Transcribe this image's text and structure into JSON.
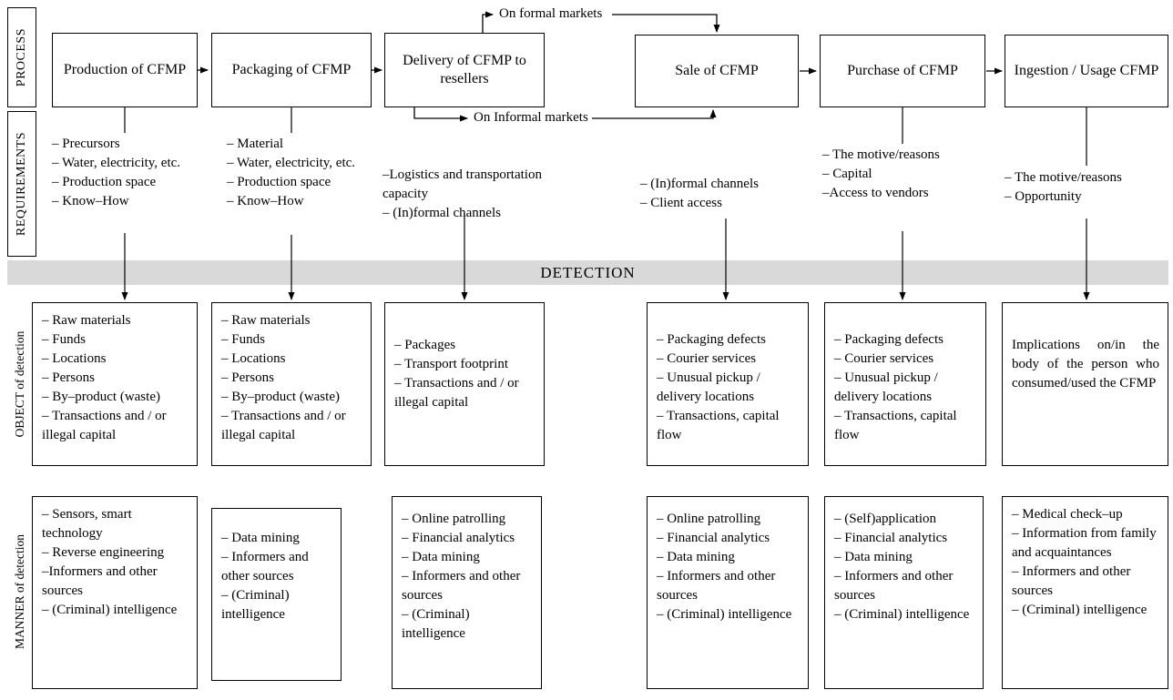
{
  "rows": {
    "process": "PROCESS",
    "requirements": "REQUIREMENTS",
    "object": "OBJECT of detection",
    "manner": "MANNER of detection"
  },
  "detection_label": "DETECTION",
  "branches": {
    "formal": "On formal markets",
    "informal": "On Informal markets"
  },
  "colors": {
    "detection_band": "#d9d9d9",
    "line": "#000000"
  },
  "columns": [
    {
      "process": "Production of CFMP",
      "requirements": [
        "– Precursors",
        "– Water, electricity, etc.",
        "– Production space",
        "– Know–How"
      ],
      "object": [
        "– Raw materials",
        "– Funds",
        "– Locations",
        "– Persons",
        "– By–product (waste)",
        "– Transactions and / or illegal capital"
      ],
      "manner": [
        "– Sensors, smart technology",
        "– Reverse engineering",
        "–Informers and other sources",
        "– (Criminal) intelligence"
      ]
    },
    {
      "process": "Packaging of CFMP",
      "requirements": [
        "– Material",
        "– Water, electricity, etc.",
        "– Production space",
        "– Know–How"
      ],
      "object": [
        "– Raw materials",
        "– Funds",
        "– Locations",
        "– Persons",
        "– By–product (waste)",
        "– Transactions and / or illegal capital"
      ],
      "manner": [
        "– Data mining",
        "– Informers and other sources",
        "– (Criminal) intelligence"
      ]
    },
    {
      "process": "Delivery of CFMP to resellers",
      "requirements": [
        "–Logistics and transportation capacity",
        "– (In)formal channels"
      ],
      "object": [
        "– Packages",
        "– Transport footprint",
        "– Transactions and / or illegal capital"
      ],
      "manner": [
        "– Online patrolling",
        "– Financial analytics",
        "– Data mining",
        "– Informers and other sources",
        "– (Criminal) intelligence"
      ]
    },
    {
      "process": "Sale of CFMP",
      "requirements": [
        "– (In)formal channels",
        "– Client access"
      ],
      "object": [
        "– Packaging defects",
        "– Courier services",
        "– Unusual pickup / delivery locations",
        "– Transactions, capital flow"
      ],
      "manner": [
        "– Online patrolling",
        "– Financial analytics",
        "– Data mining",
        "– Informers and other sources",
        "– (Criminal) intelligence"
      ]
    },
    {
      "process": "Purchase of CFMP",
      "requirements": [
        "– The motive/reasons",
        "– Capital",
        "–Access to vendors"
      ],
      "object": [
        "– Packaging defects",
        "– Courier services",
        "– Unusual pickup / delivery locations",
        "– Transactions, capital flow"
      ],
      "manner": [
        "– (Self)application",
        "– Financial analytics",
        "– Data mining",
        "– Informers and other sources",
        "– (Criminal) intelligence"
      ]
    },
    {
      "process": "Ingestion / Usage CFMP",
      "requirements": [
        "– The motive/reasons",
        "– Opportunity"
      ],
      "object_paragraph": "Implications on/in the body of the person who consumed/used the CFMP",
      "manner": [
        "– Medical check–up",
        "– Information from family and acquaintances",
        "– Informers and other sources",
        "– (Criminal) intelligence"
      ]
    }
  ]
}
